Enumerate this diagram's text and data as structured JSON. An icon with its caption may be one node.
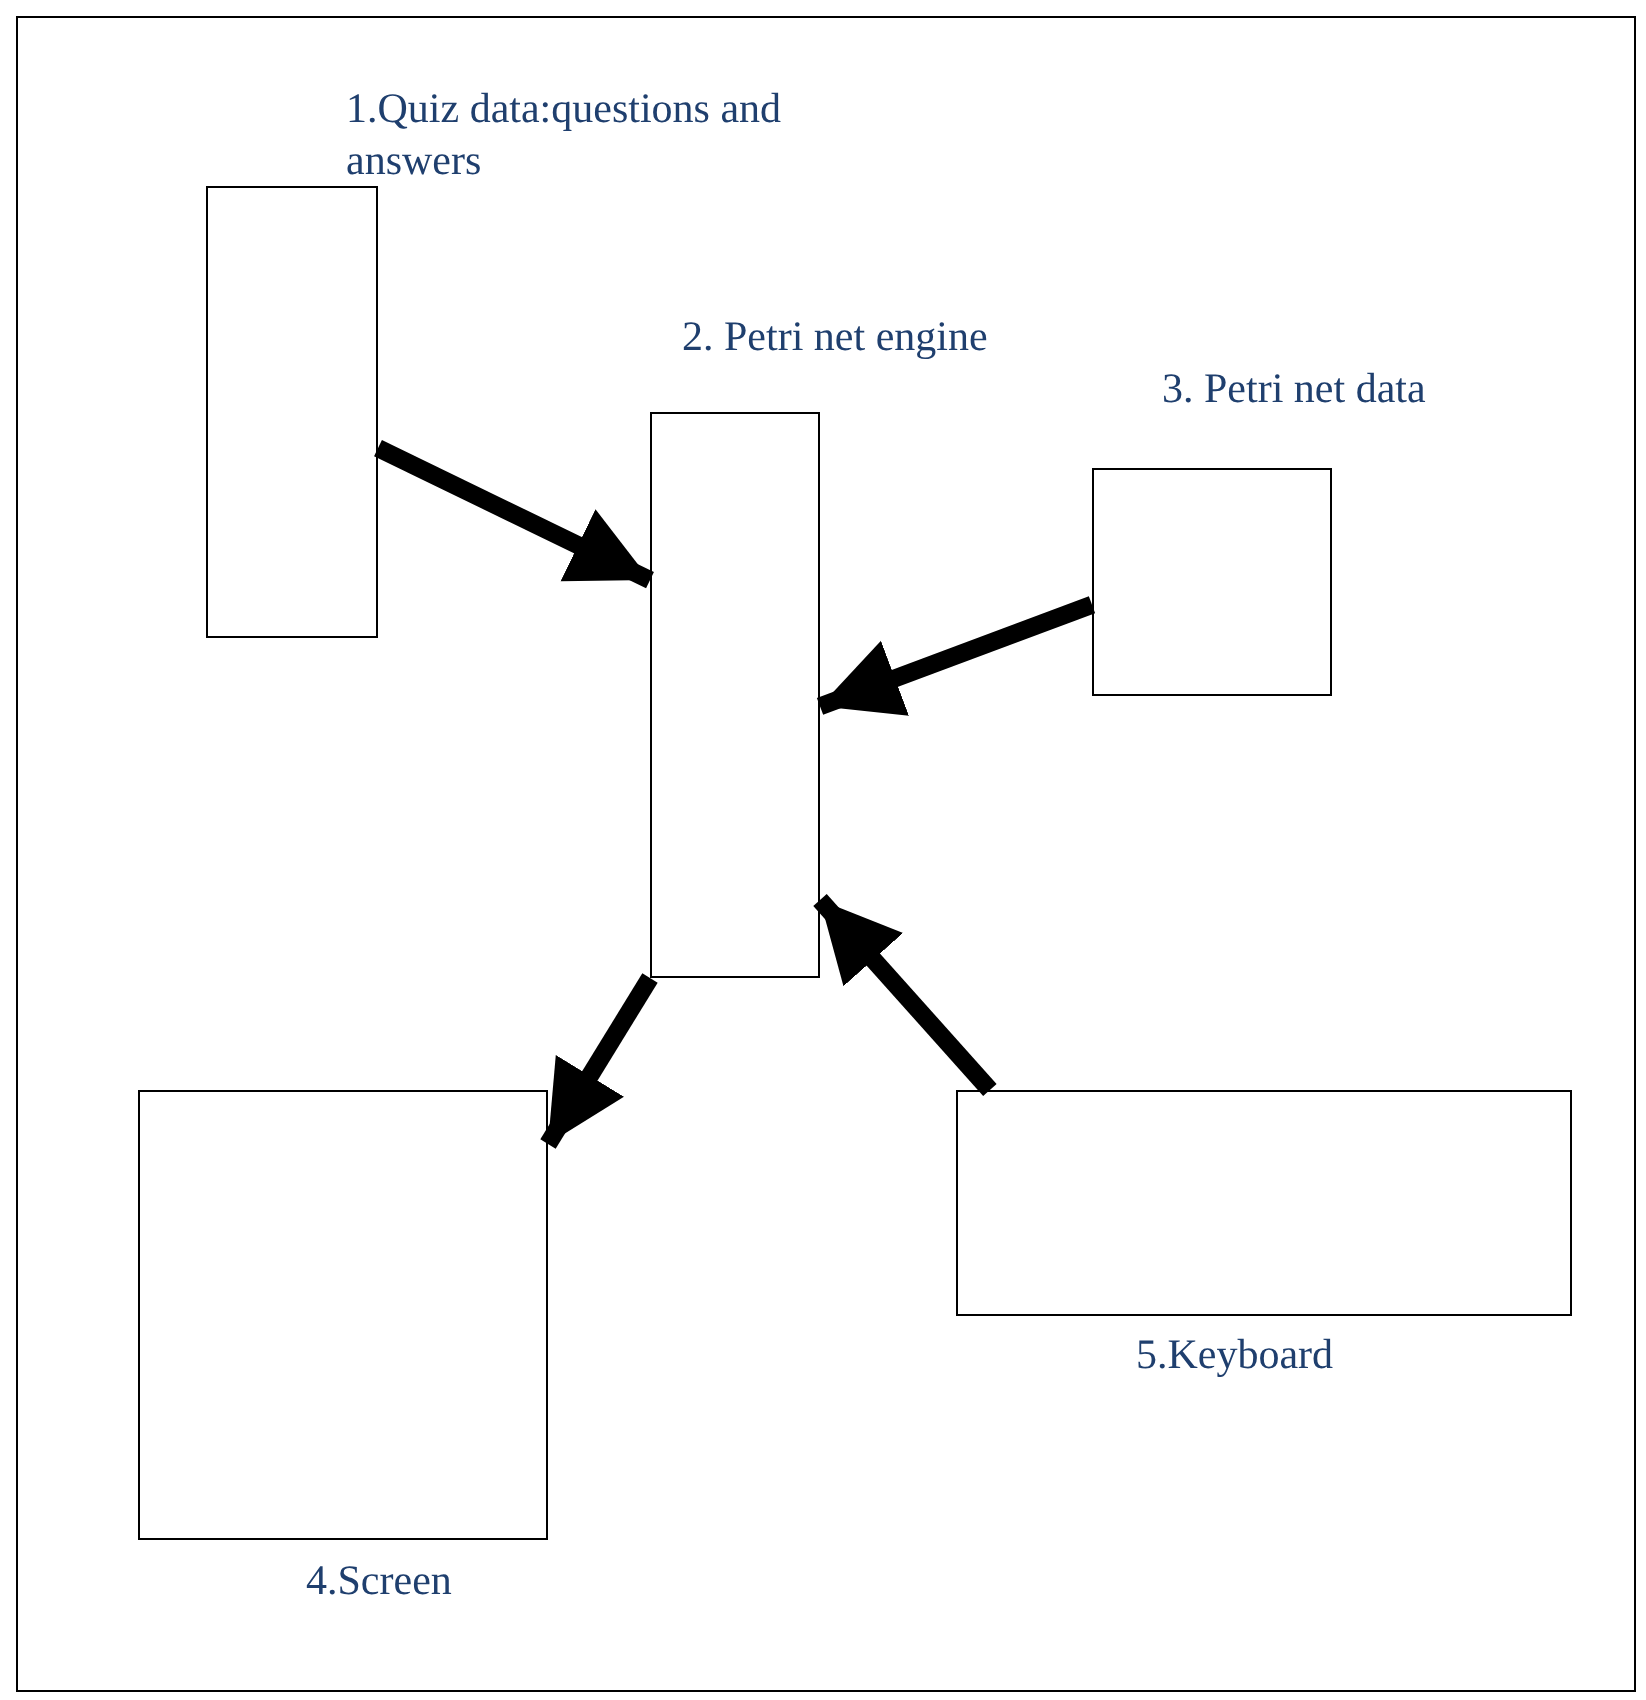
{
  "diagram": {
    "nodes": [
      {
        "text": [
          "1.Quiz data:questions and answers"
        ]
      },
      {
        "text": [
          "2. Petri net engine"
        ]
      },
      {
        "text": [
          "3. Petri net data"
        ]
      },
      {
        "text": [
          "4.Screen"
        ]
      },
      {
        "text": [
          "5.Keyboard"
        ]
      }
    ],
    "edges": [
      {
        "from": 0,
        "to": 1,
        "arrow": "to"
      },
      {
        "from": 2,
        "to": 1,
        "arrow": "to"
      },
      {
        "from": 1,
        "to": 3,
        "arrow": "to"
      },
      {
        "from": 4,
        "to": 1,
        "arrow": "to"
      }
    ]
  }
}
